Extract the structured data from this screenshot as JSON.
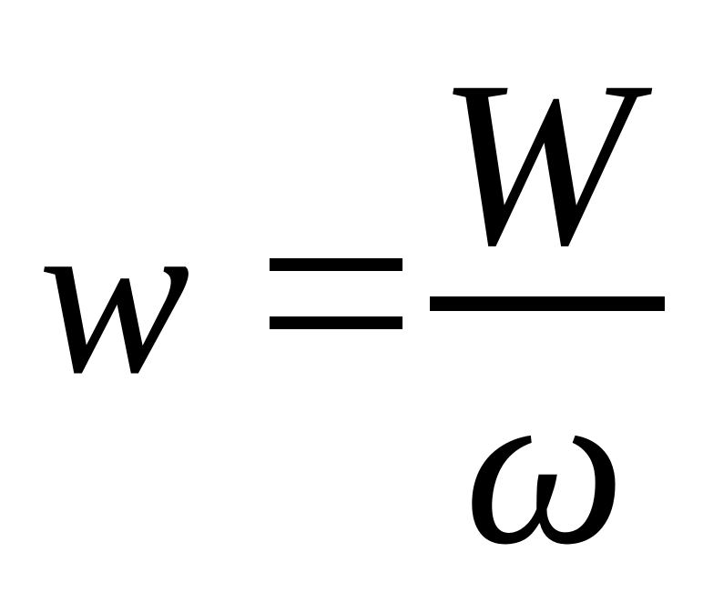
{
  "formula": {
    "lhs": "w",
    "relation": "=",
    "numerator": "W",
    "denominator": "ω"
  }
}
